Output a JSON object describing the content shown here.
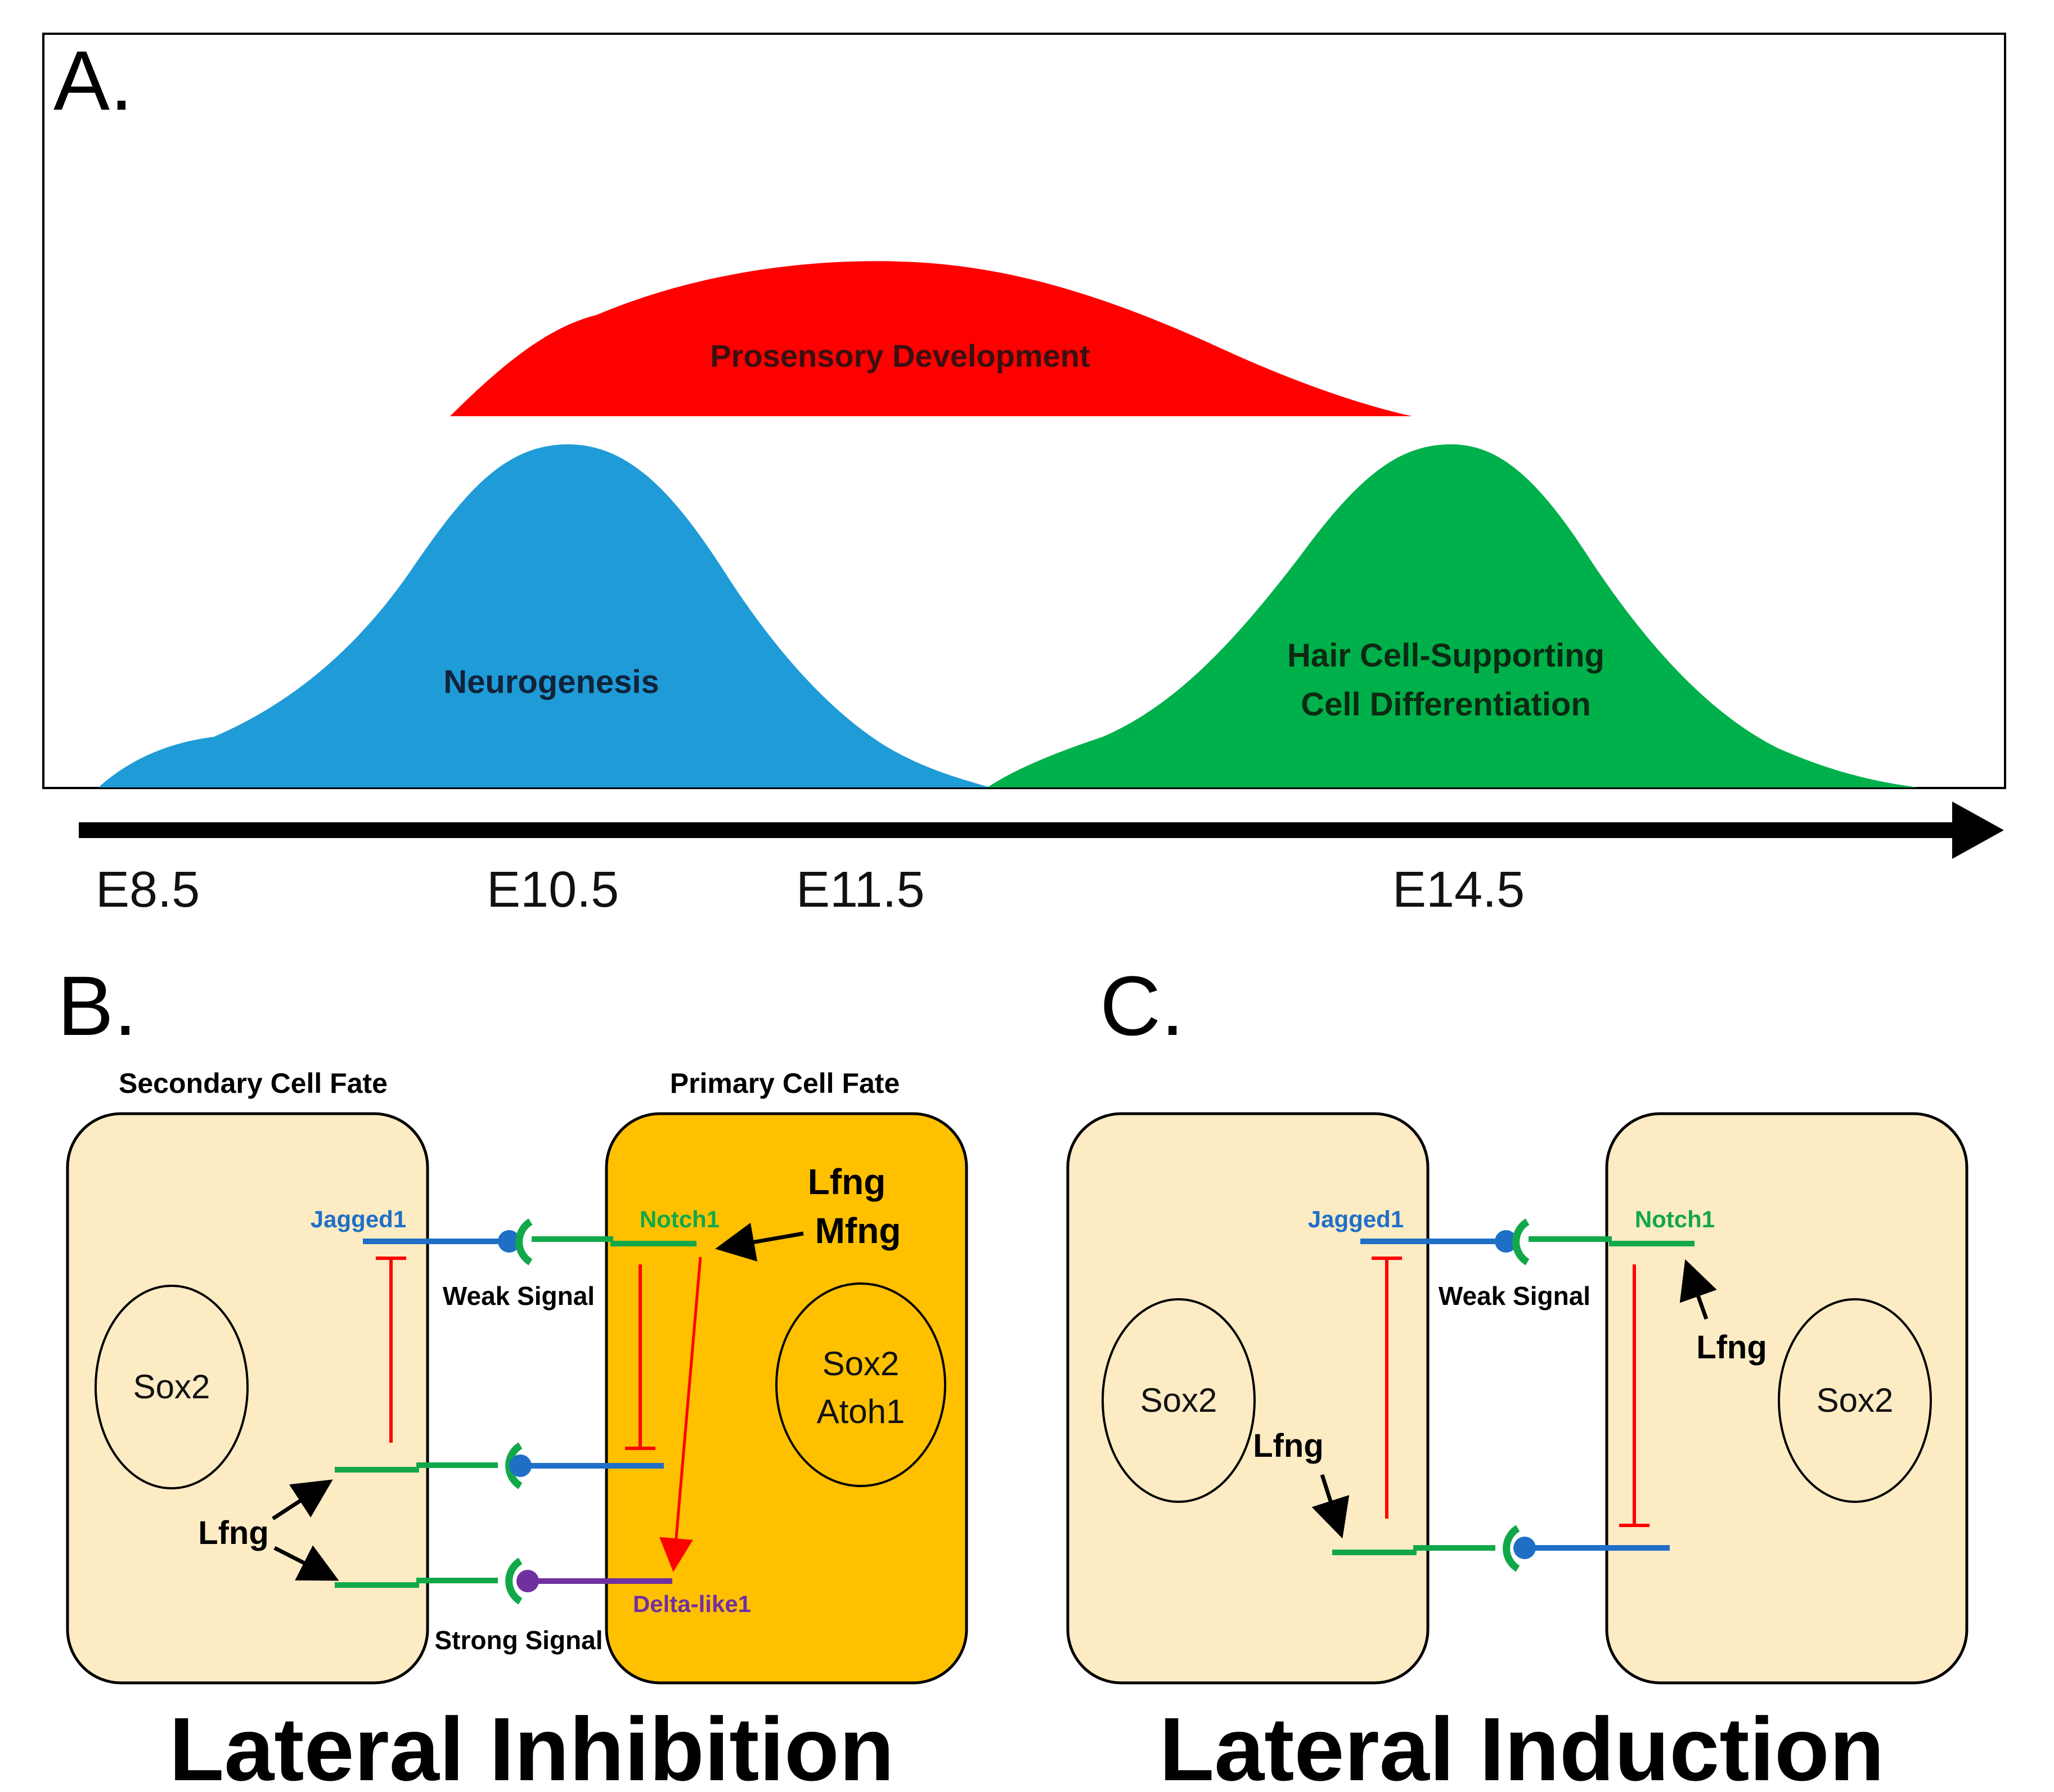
{
  "panel_a": {
    "letter": "A.",
    "curves": {
      "prosensory": {
        "label": "Prosensory Development",
        "color": "#ff0000"
      },
      "neurogenesis": {
        "label": "Neurogenesis",
        "color": "#1f9bd7"
      },
      "differentiation": {
        "label_line1": "Hair Cell-Supporting",
        "label_line2": "Cell Differentiation",
        "color": "#00b04a"
      }
    },
    "timeline": [
      "E8.5",
      "E10.5",
      "E11.5",
      "E14.5"
    ]
  },
  "panel_b": {
    "letter": "B.",
    "left_cell_title": "Secondary Cell Fate",
    "right_cell_title": "Primary Cell Fate",
    "left_nucleus": "Sox2",
    "right_nucleus_line1": "Sox2",
    "right_nucleus_line2": "Atoh1",
    "jagged1": "Jagged1",
    "notch1": "Notch1",
    "lfng_right": "Lfng",
    "mfng": "Mfng",
    "weak_signal": "Weak Signal",
    "strong_signal": "Strong Signal",
    "delta_like1": "Delta-like1",
    "lfng_left": "Lfng",
    "caption": "Lateral Inhibition"
  },
  "panel_c": {
    "letter": "C.",
    "left_nucleus": "Sox2",
    "right_nucleus": "Sox2",
    "jagged1": "Jagged1",
    "notch1": "Notch1",
    "weak_signal": "Weak Signal",
    "lfng_left": "Lfng",
    "lfng_right": "Lfng",
    "caption": "Lateral Induction"
  },
  "colors": {
    "cell_light": "#fdebc4",
    "cell_dark": "#ffc000",
    "jagged": "#1f6fc7",
    "notch": "#12a84a",
    "delta": "#7030a0",
    "inhibit": "#ff0000"
  }
}
